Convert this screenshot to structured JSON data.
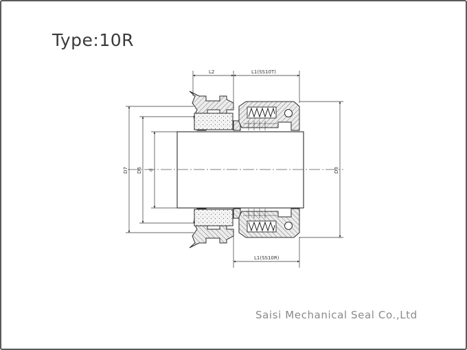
{
  "title": "Type:10R",
  "company": "Saisi Mechanical Seal Co.,Ltd",
  "dimensions": {
    "l2": "L2",
    "l1_top": "L1(SS10T)",
    "l1_bottom": "L1(SS10R)",
    "d7": "D7",
    "d6": "D6",
    "d": "d",
    "d3": "D3"
  },
  "colors": {
    "frame": "#5a5a5a",
    "line": "#2a2a2a",
    "hatch_fill": "#e6e6e6",
    "stipple_fill": "#f2f2f2",
    "company_text": "#8a8a8a"
  }
}
